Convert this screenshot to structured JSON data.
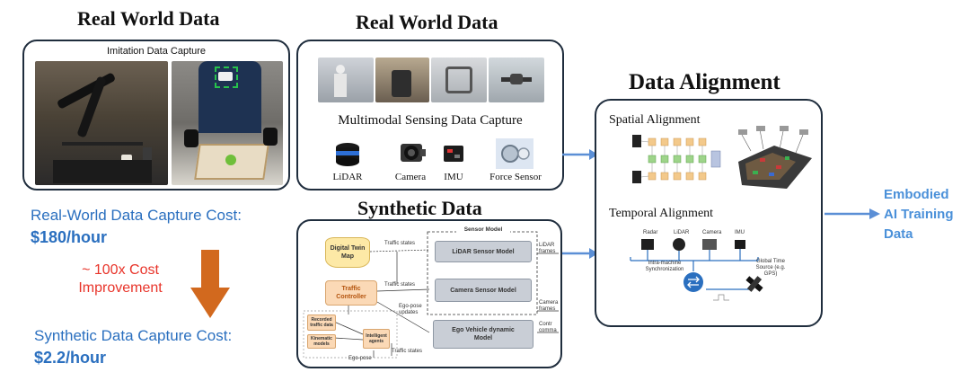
{
  "titles": {
    "real_world_left": "Real World Data",
    "real_world_center": "Real World Data",
    "synthetic": "Synthetic Data",
    "alignment": "Data Alignment"
  },
  "imitation": {
    "caption": "Imitation Data Capture"
  },
  "multimodal": {
    "caption": "Multimodal Sensing Data Capture",
    "sensors": [
      "LiDAR",
      "Camera",
      "IMU",
      "Force Sensor"
    ]
  },
  "cost": {
    "real_label": "Real-World Data Capture Cost:",
    "real_value": "$180/hour",
    "improvement_line1": "~ 100x Cost",
    "improvement_line2": "Improvement",
    "synthetic_label": "Synthetic Data Capture Cost:",
    "synthetic_value": "$2.2/hour"
  },
  "synthetic_diagram": {
    "sensor_model_title": "Sensor Model",
    "digital_twin": "Digital Twin Map",
    "traffic_controller": "Traffic Controller",
    "lidar_model": "LiDAR Sensor Model",
    "camera_model": "Camera Sensor Model",
    "ego_model": "Ego Vehicle dynamic Model",
    "recorded": "Recorded traffic data",
    "kinematic": "Kinematic models",
    "intelligent": "Intelligent agents",
    "traffic_states_1": "Traffic states",
    "traffic_states_2": "Traffic states",
    "traffic_states_3": "Traffic states",
    "ego_pose_updates": "Ego-pose updates",
    "ego_pose": "Ego-pose",
    "lidar_frames": "LiDAR frames",
    "camera_frames": "Camera frames",
    "control_commands": "Contr comma"
  },
  "alignment": {
    "spatial": "Spatial Alignment",
    "temporal": "Temporal Alignment",
    "temporal_sensors": [
      "Radar",
      "LiDAR",
      "Camera",
      "IMU"
    ],
    "intra_sync": "Intra-machine Synchronization",
    "global_time": "Global Time Source (e.g. GPS)"
  },
  "output": {
    "line1": "Embodied",
    "line2": "AI Training",
    "line3": "Data"
  },
  "colors": {
    "accent_blue": "#2a6fbf",
    "arrow_orange": "#d2691e",
    "improvement_red": "#e8342a",
    "box_border": "#1f2d3d",
    "connector_blue": "#5b8fd6"
  }
}
